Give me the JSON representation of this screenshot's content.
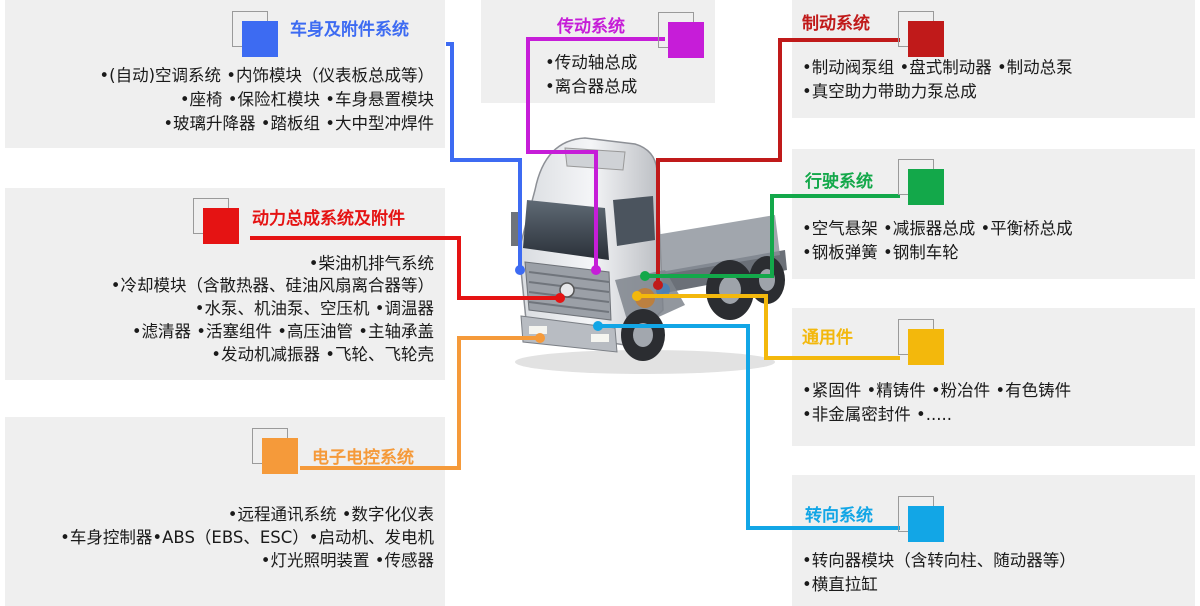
{
  "colors": {
    "body": "#3d6bf2",
    "trans": "#c61dd8",
    "brake": "#c01a1a",
    "drive": "#13a84a",
    "power": "#e51313",
    "common": "#f3b80c",
    "elec": "#f59a3a",
    "steer": "#12a6e6"
  },
  "systems": {
    "body": {
      "title": "车身及附件系统",
      "lines": [
        "•(自动)空调系统 •内饰模块（仪表板总成等）",
        "•座椅 •保险杠模块 •车身悬置模块",
        "•玻璃升降器 •踏板组 •大中型冲焊件"
      ]
    },
    "trans": {
      "title": "传动系统",
      "lines": [
        "•传动轴总成",
        "•离合器总成"
      ]
    },
    "brake": {
      "title": "制动系统",
      "lines": [
        "•制动阀泵组 •盘式制动器 •制动总泵",
        "•真空助力带助力泵总成"
      ]
    },
    "drive": {
      "title": "行驶系统",
      "lines": [
        "•空气悬架 •减振器总成 •平衡桥总成",
        "•钢板弹簧 •钢制车轮"
      ]
    },
    "power": {
      "title": "动力总成系统及附件",
      "lines": [
        "•柴油机排气系统",
        "•冷却模块（含散热器、硅油风扇离合器等）",
        "•水泵、机油泵、空压机 •调温器",
        "•滤清器 •活塞组件 •高压油管 •主轴承盖",
        "•发动机减振器 •飞轮、飞轮壳"
      ]
    },
    "common": {
      "title": "通用件",
      "lines": [
        "•紧固件 •精铸件 •粉冶件 •有色铸件",
        "•非金属密封件 •....."
      ]
    },
    "elec": {
      "title": "电子电控系统",
      "lines": [
        "•远程通讯系统 •数字化仪表",
        "•车身控制器•ABS（EBS、ESC）•启动机、发电机",
        "•灯光照明装置 •传感器"
      ]
    },
    "steer": {
      "title": "转向系统",
      "lines": [
        "•转向器模块（含转向柱、随动器等）",
        "•横直拉缸"
      ]
    }
  }
}
